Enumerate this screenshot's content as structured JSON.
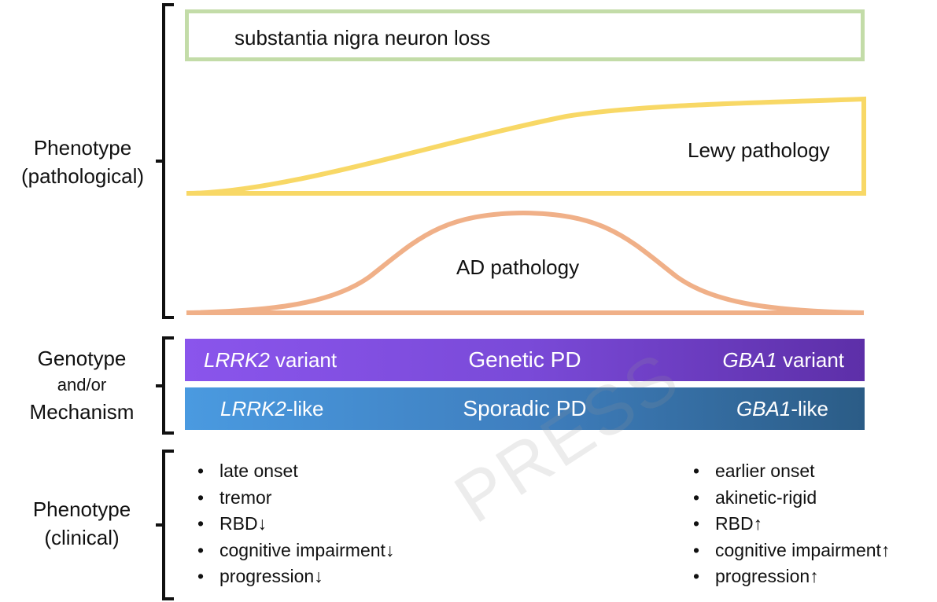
{
  "labels": {
    "pathological": [
      "Phenotype",
      "(pathological)"
    ],
    "genotype": [
      "Genotype",
      "and/or",
      "Mechanism"
    ],
    "clinical": [
      "Phenotype",
      "(clinical)"
    ]
  },
  "pathology": {
    "substantia_nigra": "substantia nigra neuron loss",
    "lewy": "Lewy pathology",
    "ad": "AD pathology"
  },
  "genetic_band": {
    "left_gene": "LRRK2",
    "left_suffix": " variant",
    "center": "Genetic PD",
    "right_gene": "GBA1",
    "right_suffix": " variant"
  },
  "sporadic_band": {
    "left_gene": "LRRK2",
    "left_suffix": "-like",
    "center": "Sporadic PD",
    "right_gene": "GBA1",
    "right_suffix": "-like"
  },
  "clinical_left": [
    "late onset",
    "tremor",
    "RBD↓",
    "cognitive impairment↓",
    "progression↓"
  ],
  "clinical_right": [
    "earlier onset",
    "akinetic-rigid",
    "RBD↑",
    "cognitive impairment↑",
    "progression↑"
  ],
  "bullet_char": "•",
  "watermark": "PRESS",
  "colors": {
    "substantia_nigra_border": "#c3dca8",
    "lewy_curve": "#f8d866",
    "ad_curve": "#f0b088",
    "genetic_band": "#7a4ad8",
    "sporadic_band": "#3f7fbf"
  }
}
